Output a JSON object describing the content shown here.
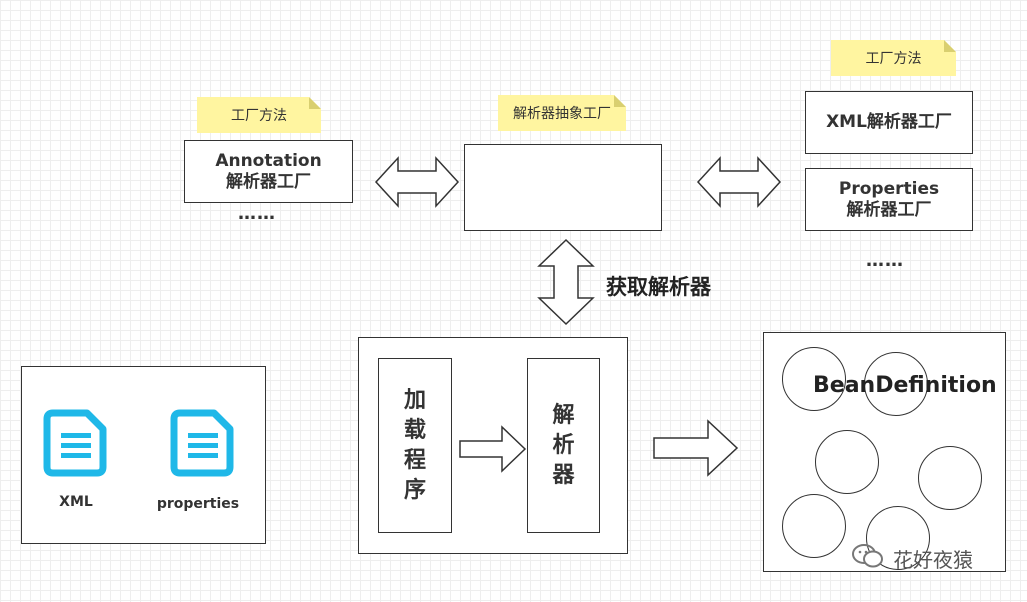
{
  "notes": {
    "left": "工厂方法",
    "center": "解析器抽象工厂",
    "right": "工厂方法"
  },
  "factories": {
    "annotation": "Annotation\n解析器工厂",
    "xml": "XML解析器工厂",
    "properties": "Properties\n解析器工厂",
    "left_ellipsis": "……",
    "right_ellipsis": "……"
  },
  "get_parser_label": "获取解析器",
  "loader": {
    "program_chars": [
      "加",
      "载",
      "程",
      "序"
    ],
    "parser_chars": [
      "解",
      "析",
      "器"
    ]
  },
  "files": {
    "xml": "XML",
    "properties": "properties"
  },
  "bean_definition": "BeanDefinition",
  "watermark": "花好夜猿",
  "colors": {
    "note_bg": "#fff5a0",
    "file_icon": "#1fb8e8",
    "border": "#333333"
  }
}
